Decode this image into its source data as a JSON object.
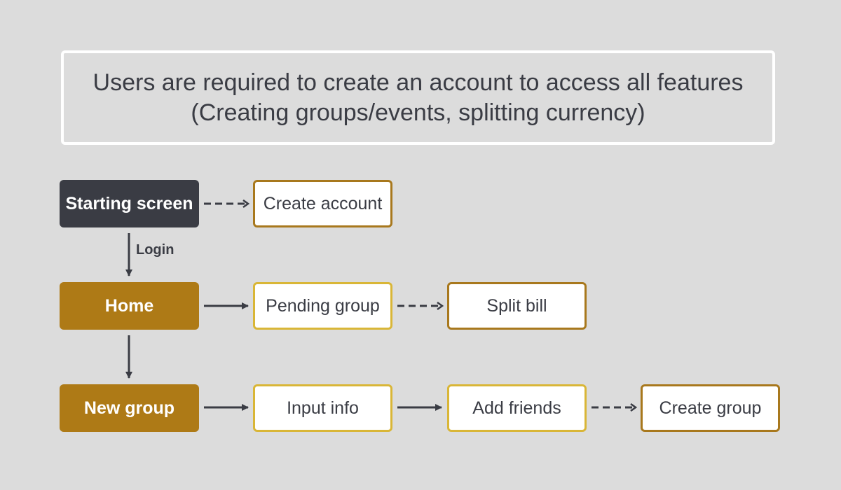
{
  "note": {
    "line1": "Users are required to create an account to access all features",
    "line2": "(Creating groups/events, splitting currency)"
  },
  "nodes": {
    "starting_screen": "Starting screen",
    "create_account": "Create account",
    "home": "Home",
    "pending_group": "Pending group",
    "split_bill": "Split bill",
    "new_group": "New group",
    "input_info": "Input info",
    "add_friends": "Add friends",
    "create_group": "Create group"
  },
  "edges": {
    "login_label": "Login"
  },
  "colors": {
    "background": "#dcdcdc",
    "dark": "#3a3c44",
    "gold": "#ae7a16",
    "outline_dark_gold": "#a8781d",
    "outline_light_gold": "#d9b637"
  }
}
